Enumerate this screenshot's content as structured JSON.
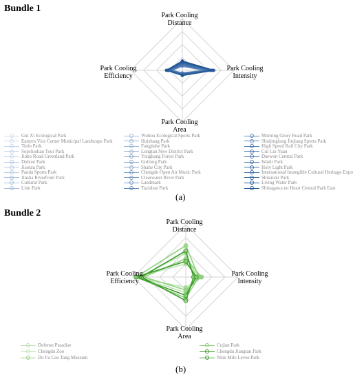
{
  "chart_data": [
    {
      "type": "radar",
      "bundle_title": "Bundle 1",
      "caption": "(a)",
      "axes": [
        "Park Cooling Distance",
        "Park Cooling Intensity",
        "Park Cooling Area",
        "Park Cooling Efficiency"
      ],
      "axis_label_lines": [
        [
          "Park Cooling",
          "Distance"
        ],
        [
          "Park Cooling",
          "Intensity"
        ],
        [
          "Park Cooling",
          "Area"
        ],
        [
          "Park Cooling",
          "Efficiency"
        ]
      ],
      "grid": true,
      "legend_position": "bottom",
      "series": [
        {
          "name": "Gui Xi Ecological Park",
          "values": [
            0.08,
            0.45,
            0.05,
            0.2
          ]
        },
        {
          "name": "Eastern Vice Center Municipal Landscape Park",
          "values": [
            0.07,
            0.42,
            0.05,
            0.2
          ]
        },
        {
          "name": "Tiefo Park",
          "values": [
            0.09,
            0.46,
            0.06,
            0.22
          ]
        },
        {
          "name": "Sopchodian Tour Park",
          "values": [
            0.1,
            0.5,
            0.06,
            0.24
          ]
        },
        {
          "name": "Jinbo Road Greenland Park",
          "values": [
            0.12,
            0.52,
            0.07,
            0.25
          ]
        },
        {
          "name": "Dobosi Park",
          "values": [
            0.11,
            0.48,
            0.07,
            0.23
          ]
        },
        {
          "name": "Jiaotzu Park",
          "values": [
            0.14,
            0.5,
            0.08,
            0.26
          ]
        },
        {
          "name": "Panda Sports Park",
          "values": [
            0.15,
            0.55,
            0.08,
            0.27
          ]
        },
        {
          "name": "Jinsha Riverfront Park",
          "values": [
            0.16,
            0.56,
            0.09,
            0.28
          ]
        },
        {
          "name": "Cultural Park",
          "values": [
            0.13,
            0.53,
            0.08,
            0.26
          ]
        },
        {
          "name": "Lido Park",
          "values": [
            0.17,
            0.6,
            0.1,
            0.3
          ]
        },
        {
          "name": "Wuhou Ecological Sports Park",
          "values": [
            0.08,
            0.44,
            0.05,
            0.21
          ]
        },
        {
          "name": "Huishang Park",
          "values": [
            0.09,
            0.47,
            0.05,
            0.22
          ]
        },
        {
          "name": "Fangjiahe Park",
          "values": [
            0.1,
            0.49,
            0.06,
            0.23
          ]
        },
        {
          "name": "Longtan New District Park",
          "values": [
            0.11,
            0.51,
            0.06,
            0.24
          ]
        },
        {
          "name": "Yongkang Forest Park",
          "values": [
            0.12,
            0.5,
            0.07,
            0.25
          ]
        },
        {
          "name": "Guilong Park",
          "values": [
            0.13,
            0.52,
            0.07,
            0.26
          ]
        },
        {
          "name": "Shahe City Park",
          "values": [
            0.14,
            0.54,
            0.08,
            0.27
          ]
        },
        {
          "name": "Chengdu Open Air Music Park",
          "values": [
            0.15,
            0.55,
            0.09,
            0.28
          ]
        },
        {
          "name": "Clearwater River Park",
          "values": [
            0.16,
            0.57,
            0.09,
            0.29
          ]
        },
        {
          "name": "Landmark",
          "values": [
            0.17,
            0.58,
            0.1,
            0.3
          ]
        },
        {
          "name": "Tazishan Park",
          "values": [
            0.18,
            0.6,
            0.1,
            0.31
          ]
        },
        {
          "name": "Morning Glory Road Park",
          "values": [
            0.08,
            0.43,
            0.05,
            0.2
          ]
        },
        {
          "name": "Shuijingfang Jinjiang Sports Park",
          "values": [
            0.09,
            0.46,
            0.06,
            0.22
          ]
        },
        {
          "name": "High Speed Rail City Park",
          "values": [
            0.1,
            0.48,
            0.06,
            0.23
          ]
        },
        {
          "name": "Cui Liu Yuan",
          "values": [
            0.11,
            0.5,
            0.07,
            0.24
          ]
        },
        {
          "name": "Daewon Central Park",
          "values": [
            0.12,
            0.51,
            0.07,
            0.25
          ]
        },
        {
          "name": "Wanli Park",
          "values": [
            0.13,
            0.53,
            0.08,
            0.26
          ]
        },
        {
          "name": "Holy Light Park",
          "values": [
            0.14,
            0.55,
            0.08,
            0.27
          ]
        },
        {
          "name": "International Intangible Cultural Heritage Expo",
          "values": [
            0.15,
            0.56,
            0.09,
            0.28
          ]
        },
        {
          "name": "Shisuiski Park",
          "values": [
            0.16,
            0.58,
            0.09,
            0.29
          ]
        },
        {
          "name": "Living Water Park",
          "values": [
            0.17,
            0.59,
            0.1,
            0.3
          ]
        },
        {
          "name": "Shinagawa no Heart Central Park East",
          "values": [
            0.18,
            0.61,
            0.1,
            0.31
          ]
        }
      ]
    },
    {
      "type": "radar",
      "bundle_title": "Bundle 2",
      "caption": "(b)",
      "axes": [
        "Park Cooling Distance",
        "Park Cooling Intensity",
        "Park Cooling Area",
        "Park Cooling Efficiency"
      ],
      "axis_label_lines": [
        [
          "Park Cooling",
          "Distance"
        ],
        [
          "Park Cooling",
          "Intensity"
        ],
        [
          "Park Cooling",
          "Area"
        ],
        [
          "Park Cooling",
          "Efficiency"
        ]
      ],
      "grid": true,
      "legend_position": "bottom",
      "series": [
        {
          "name": "Defense Paradise",
          "values": [
            0.25,
            0.3,
            0.2,
            0.95
          ]
        },
        {
          "name": "Chengdu Zoo",
          "values": [
            0.45,
            0.2,
            0.3,
            0.9
          ]
        },
        {
          "name": "Du Fu Cao Tang Museum",
          "values": [
            0.6,
            0.25,
            0.4,
            0.95
          ]
        },
        {
          "name": "Cujian Park",
          "values": [
            0.35,
            0.3,
            0.25,
            0.8
          ]
        },
        {
          "name": "Chengdu Jiangtan Park",
          "values": [
            0.5,
            0.15,
            0.45,
            0.85
          ]
        },
        {
          "name": "Nine Mile Levee Park",
          "values": [
            0.3,
            0.2,
            0.35,
            0.95
          ]
        }
      ]
    }
  ],
  "styles": {
    "bundle1_colors": [
      "#cfdcec",
      "#c3d3e8",
      "#b6cae3",
      "#a8bfdc",
      "#98b3d5",
      "#86a6cd",
      "#7398c5",
      "#5f88bb",
      "#4a77b0",
      "#3566a4",
      "#215596"
    ],
    "bundle2_colors": [
      "#bde3b3",
      "#8fd07e",
      "#3d9b2a"
    ],
    "grid_color": "#d4d4d4"
  }
}
